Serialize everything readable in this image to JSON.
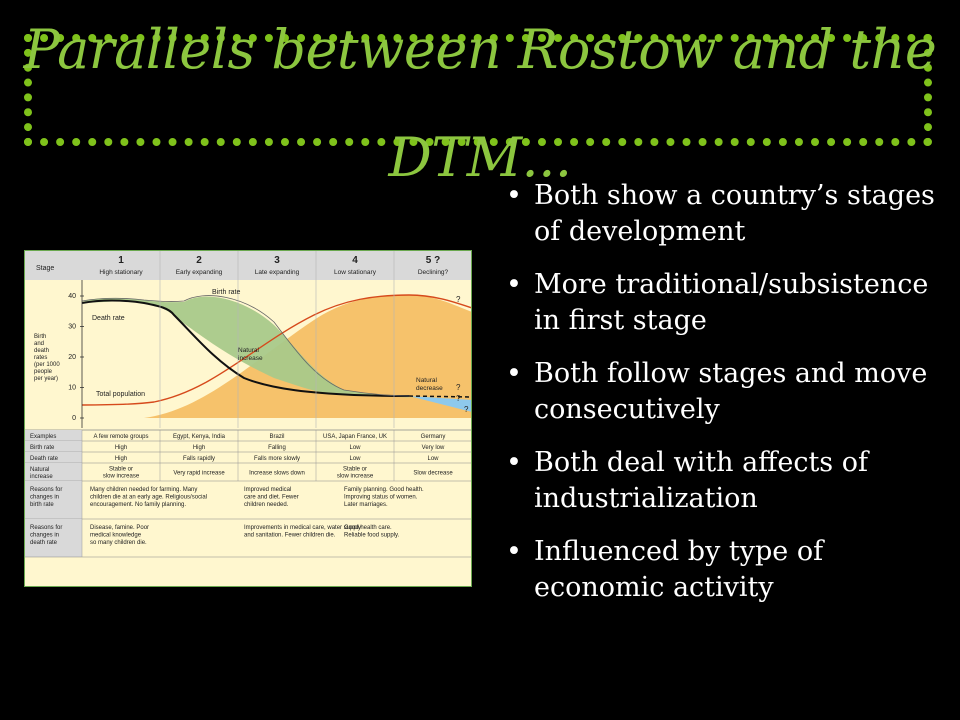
{
  "slide": {
    "title": "Parallels between Rostow and the DTM...",
    "bullets": [
      "Both show a country’s stages of development",
      "More traditional/subsistence in first stage",
      "Both follow stages and move consecutively",
      "Both deal with affects of industrialization",
      "Influenced by type of economic activity"
    ]
  },
  "colors": {
    "title": "#8cc63f",
    "frame": "#7fc21b",
    "birth_fill": "#a9c98a",
    "population_fill": "#f6c26b",
    "population_line": "#d64a1c",
    "death_line": "#111111"
  },
  "diagram": {
    "header_label": "Stage",
    "stages": [
      {
        "num": "1",
        "name": "High stationary"
      },
      {
        "num": "2",
        "name": "Early expanding"
      },
      {
        "num": "3",
        "name": "Late expanding"
      },
      {
        "num": "4",
        "name": "Low stationary"
      },
      {
        "num": "5 ?",
        "name": "Declining?"
      }
    ],
    "y_axis_label": [
      "Birth",
      "and",
      "death",
      "rates",
      "(per 1000",
      "people",
      "per year)"
    ],
    "y_ticks": [
      "40",
      "30",
      "20",
      "10",
      "0"
    ],
    "curve_labels": {
      "birth": "Birth rate",
      "death": "Death rate",
      "natural_increase": [
        "Natural",
        "increase"
      ],
      "total_population": "Total population",
      "natural_decrease": [
        "Natural",
        "decrease"
      ],
      "question": "?"
    },
    "rows": [
      {
        "label": [
          "Examples"
        ],
        "cells": [
          [
            "A few remote groups"
          ],
          [
            "Egypt, Kenya, India"
          ],
          [
            "Brazil"
          ],
          [
            "USA, Japan France, UK"
          ],
          [
            "Germany"
          ]
        ]
      },
      {
        "label": [
          "Birth rate"
        ],
        "cells": [
          [
            "High"
          ],
          [
            "High"
          ],
          [
            "Falling"
          ],
          [
            "Low"
          ],
          [
            "Very low"
          ]
        ]
      },
      {
        "label": [
          "Death rate"
        ],
        "cells": [
          [
            "High"
          ],
          [
            "Falls rapidly"
          ],
          [
            "Falls more slowly"
          ],
          [
            "Low"
          ],
          [
            "Low"
          ]
        ]
      },
      {
        "label": [
          "Natural",
          "increase"
        ],
        "cells": [
          [
            "Stable or",
            "slow increase"
          ],
          [
            "Very rapid increase"
          ],
          [
            "Increase slows down"
          ],
          [
            "Stable or",
            "slow increase"
          ],
          [
            "Slow decrease"
          ]
        ]
      }
    ],
    "reasons_birth": {
      "label": [
        "Reasons for",
        "changes in",
        "birth rate"
      ],
      "a": [
        "Many children needed for farming. Many",
        "children die at an early age. Religious/social",
        "encouragement. No family planning."
      ],
      "b": [
        "Improved medical",
        "care and diet. Fewer",
        "children needed."
      ],
      "c": [
        "Family planning. Good health.",
        "Improving status of women.",
        "Later marriages."
      ]
    },
    "reasons_death": {
      "label": [
        "Reasons for",
        "changes in",
        "death rate"
      ],
      "a": [
        "Disease, famine. Poor",
        "medical knowledge",
        "so many children die."
      ],
      "b": [
        "Improvements in medical care, water supply",
        "and sanitation. Fewer children die."
      ],
      "c": [
        "Good health care.",
        "Reliable food supply."
      ]
    }
  }
}
